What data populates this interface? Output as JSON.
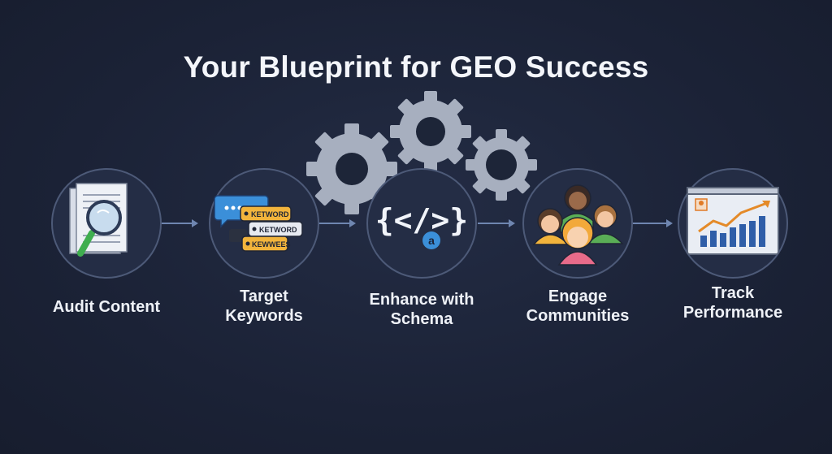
{
  "title": "Your Blueprint for GEO Success",
  "steps": [
    {
      "label_lines": [
        "Audit Content"
      ],
      "icon": "document-magnifier-icon"
    },
    {
      "label_lines": [
        "Target",
        "Keywords"
      ],
      "icon": "keyword-tags-icon",
      "tags": [
        "KETWORD",
        "KETWORD",
        "KEWWEES"
      ]
    },
    {
      "label_lines": [
        "Enhance with",
        "Schema"
      ],
      "icon": "code-brackets-icon",
      "code_text": "{</>}",
      "badge_text": "a"
    },
    {
      "label_lines": [
        "Engage",
        "Communities"
      ],
      "icon": "people-group-icon"
    },
    {
      "label_lines": [
        "Track",
        "Performance"
      ],
      "icon": "growth-chart-icon"
    }
  ],
  "decorations": {
    "gears": 3
  },
  "colors": {
    "background": "#1c2438",
    "circle_fill": "#242d45",
    "circle_stroke": "#4d5a78",
    "arrow": "#6f86b0",
    "gear": "#a7afbf",
    "tag": "#f2b43c",
    "accent_blue": "#3b8fd9",
    "chart_bar": "#2f5ea8",
    "chart_line": "#e48a28"
  }
}
